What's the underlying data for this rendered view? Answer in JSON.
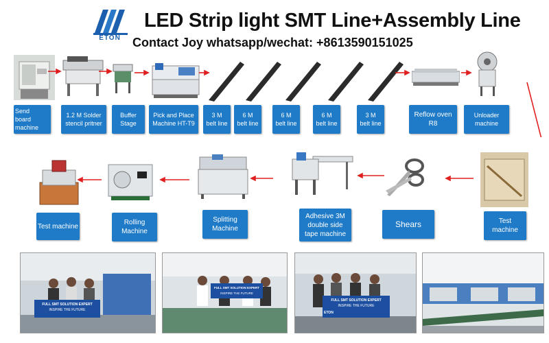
{
  "header": {
    "logo_text": "ETON",
    "title": "LED Strip light SMT Line+Assembly Line",
    "contact": "Contact Joy whatsapp/wechat: +8613590151025"
  },
  "top_row": [
    {
      "label": "Send\nboard\nmachine"
    },
    {
      "label": "1.2 M Solder\nstencil pritner"
    },
    {
      "label": "Buffer\nStage"
    },
    {
      "label": "Pick and Place\nMachine HT-T9"
    },
    {
      "label": "3 M\nbelt line"
    },
    {
      "label": "6 M\nbelt line"
    },
    {
      "label": "6 M\nbelt line"
    },
    {
      "label": "6 M\nbelt line"
    },
    {
      "label": "3 M\nbelt line"
    },
    {
      "label": "Reflow oven\nR8"
    },
    {
      "label": "Unloader\nmachine"
    }
  ],
  "bottom_row": [
    {
      "label": "Test machine"
    },
    {
      "label": "Rolling\nMachine"
    },
    {
      "label": "Splitting\nMachine"
    },
    {
      "label": "Adhesive  3M\ndouble side\ntape machine"
    },
    {
      "label": "Shears"
    },
    {
      "label": "Test machine"
    }
  ],
  "banner": {
    "line1": "FULL SMT SOLUTION EXPERT",
    "line2": "INSPIRE THE FUTURE",
    "brand": "ETON"
  },
  "colors": {
    "label_bg": "#1f7bc7",
    "arrow": "#e02020",
    "brand_blue": "#1c5fae"
  }
}
